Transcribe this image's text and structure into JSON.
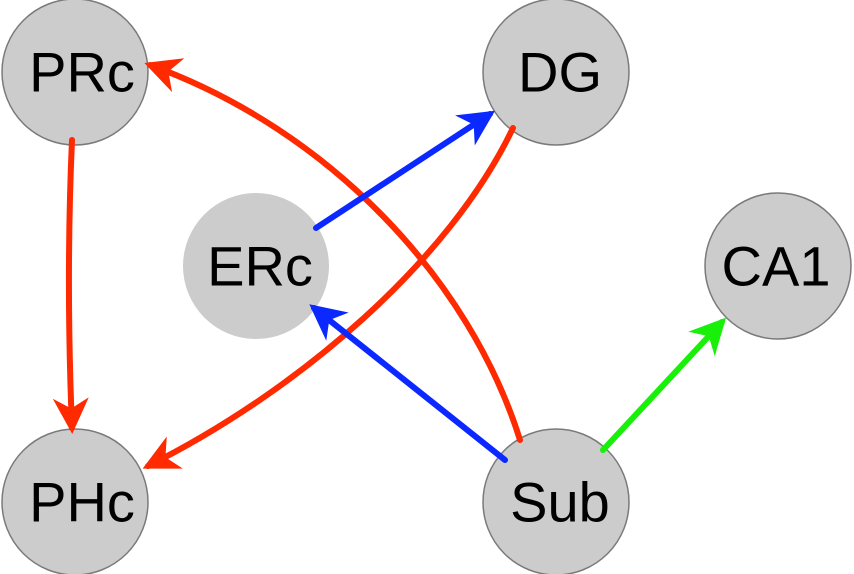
{
  "nodes": {
    "prc": {
      "label": "PRc"
    },
    "dg": {
      "label": "DG"
    },
    "erc": {
      "label": "ERc"
    },
    "ca1": {
      "label": "CA1"
    },
    "phc": {
      "label": "PHc"
    },
    "sub": {
      "label": "Sub"
    }
  },
  "edges": [
    {
      "from": "PRc",
      "to": "PHc",
      "color": "#ff2a00"
    },
    {
      "from": "Sub",
      "to": "PRc",
      "color": "#ff2a00"
    },
    {
      "from": "DG",
      "to": "PHc",
      "color": "#ff2a00"
    },
    {
      "from": "ERc",
      "to": "DG",
      "color": "#0a28ff"
    },
    {
      "from": "Sub",
      "to": "ERc",
      "color": "#0a28ff"
    },
    {
      "from": "Sub",
      "to": "CA1",
      "color": "#19f00a"
    }
  ],
  "colors": {
    "node_fill": "#cccccc",
    "node_border": "#7a7a7a"
  }
}
